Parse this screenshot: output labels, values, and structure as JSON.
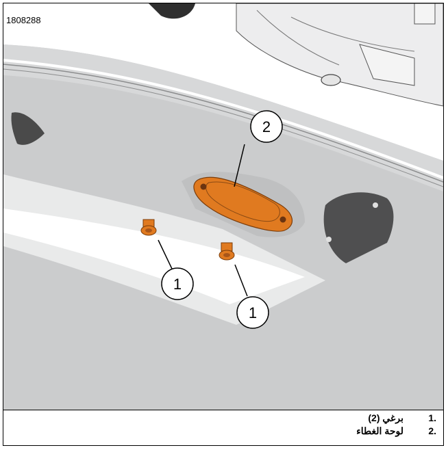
{
  "figure_id": "1808288",
  "callouts": {
    "bolt_a": "1",
    "bolt_b": "1",
    "cover_plate": "2"
  },
  "legend": [
    {
      "num": "1.",
      "text": "برغي (2)"
    },
    {
      "num": "2.",
      "text": "لوحة الغطاء"
    }
  ],
  "colors": {
    "part_highlight": "#E07A20",
    "body_gray": "#C9CACB",
    "dark_gray": "#4A4A4A"
  }
}
